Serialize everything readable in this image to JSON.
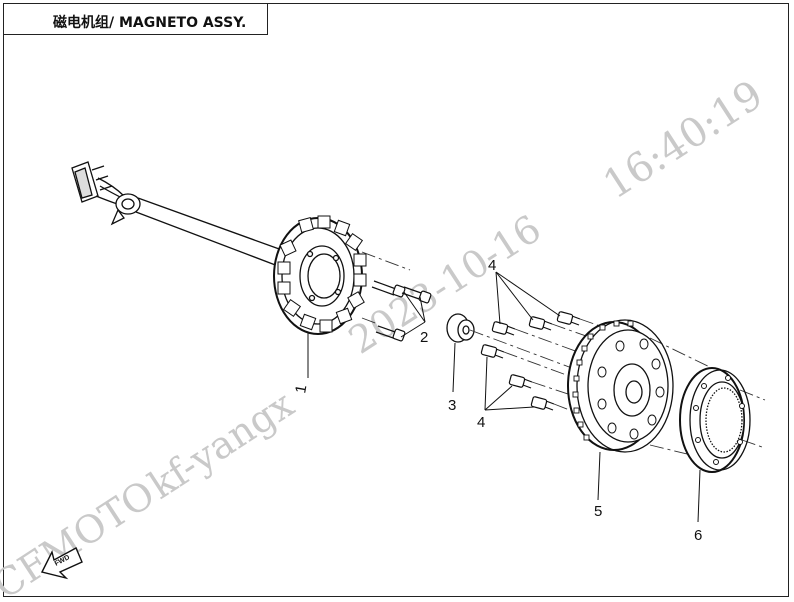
{
  "title": "磁电机组/ MAGNETO ASSY.",
  "callouts": {
    "p1": "1",
    "p2": "2",
    "p3": "3",
    "p4a": "4",
    "p4b": "4",
    "p5": "5",
    "p6": "6"
  },
  "fwd_label": "FWD",
  "watermarks": {
    "date": "2023-10-16",
    "time": "16:40:19",
    "user": "kf-yangx",
    "brand": "CFMOTO"
  },
  "colors": {
    "line": "#111111",
    "watermark": "#c9c9c9"
  }
}
